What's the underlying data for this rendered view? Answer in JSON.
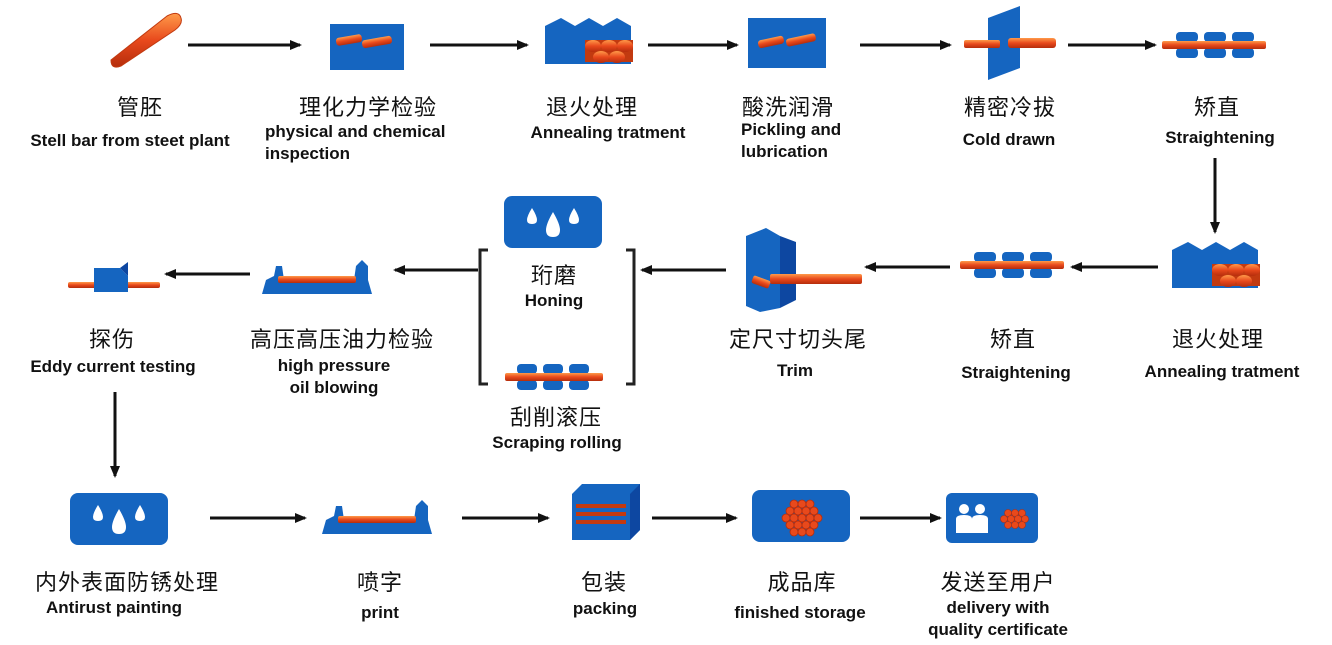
{
  "colors": {
    "blue": "#1565c0",
    "orange": "#e8491c",
    "arrow": "#111111"
  },
  "steps": [
    {
      "cn": "管胚",
      "en": "Stell bar from steet plant",
      "icon": "bar-icon"
    },
    {
      "cn": "理化力学检验",
      "en": "physical and chemical\ninspection",
      "icon": "inspection-box-icon"
    },
    {
      "cn": "退火处理",
      "en": "Annealing tratment",
      "icon": "furnace-icon"
    },
    {
      "cn": "酸洗润滑",
      "en": "Pickling and\nlubrication",
      "icon": "pickling-tank-icon"
    },
    {
      "cn": "精密冷拔",
      "en": "Cold drawn",
      "icon": "cold-draw-die-icon"
    },
    {
      "cn": "矫直",
      "en": "Straightening",
      "icon": "roller-icon"
    },
    {
      "cn": "退火处理",
      "en": "Annealing tratment",
      "icon": "furnace-icon"
    },
    {
      "cn": "矫直",
      "en": "Straightening",
      "icon": "roller-icon"
    },
    {
      "cn": "定尺寸切头尾",
      "en": "Trim",
      "icon": "saw-icon"
    },
    {
      "cn": "珩磨",
      "en": "Honing",
      "icon": "drops-icon"
    },
    {
      "cn": "刮削滚压",
      "en": "Scraping rolling",
      "icon": "roller-icon"
    },
    {
      "cn": "高压高压油力检验",
      "en": "high pressure\noil blowing",
      "icon": "pressure-bench-icon"
    },
    {
      "cn": "探伤",
      "en": "Eddy current testing",
      "icon": "eddy-probe-icon"
    },
    {
      "cn": "内外表面防锈处理",
      "en": "Antirust painting",
      "icon": "drops-icon"
    },
    {
      "cn": "喷字",
      "en": "print",
      "icon": "print-bench-icon"
    },
    {
      "cn": "包装",
      "en": "packing",
      "icon": "package-icon"
    },
    {
      "cn": "成品库",
      "en": "finished storage",
      "icon": "storage-icon"
    },
    {
      "cn": "发送至用户",
      "en": "delivery with\nquality certificate",
      "icon": "delivery-icon"
    }
  ]
}
